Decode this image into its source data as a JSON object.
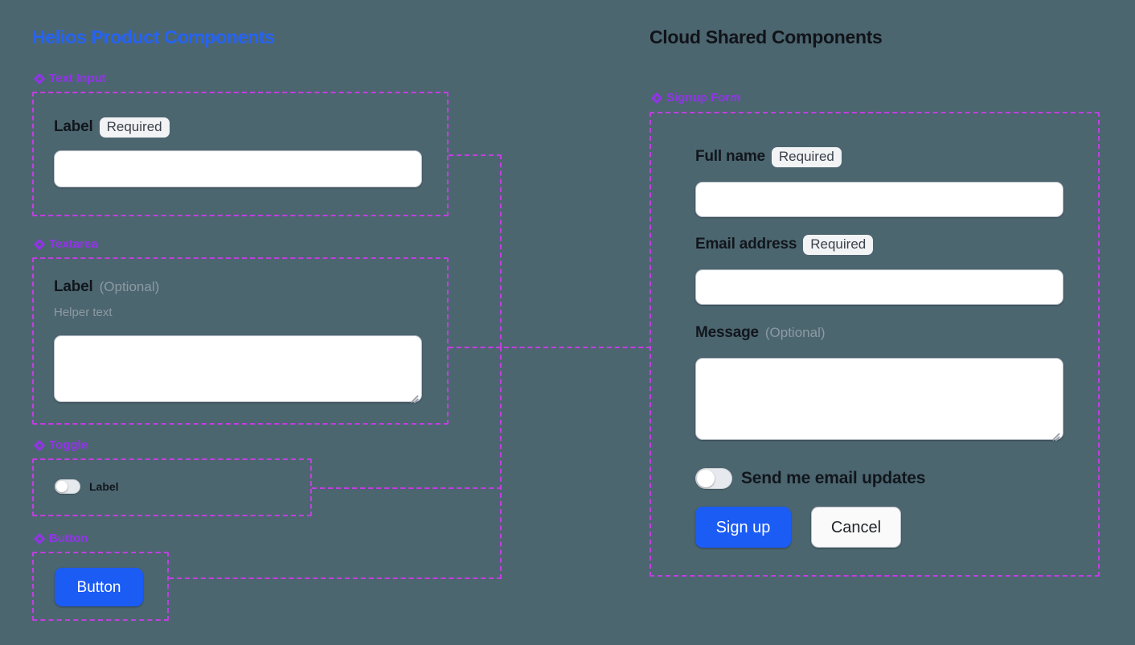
{
  "panels": {
    "left": {
      "title": "Helios Product Components",
      "title_color": "#2563f5",
      "sections": [
        {
          "name": "Text Input"
        },
        {
          "name": "Textarea"
        },
        {
          "name": "Toggle"
        },
        {
          "name": "Button"
        }
      ]
    },
    "right": {
      "title": "Cloud Shared Components",
      "title_color": "#101318",
      "sections": [
        {
          "name": "Signup Form"
        }
      ]
    }
  },
  "text_input_component": {
    "label": "Label",
    "badge": "Required",
    "value": "",
    "placeholder": ""
  },
  "textarea_component": {
    "label": "Label",
    "optional_tag": "(Optional)",
    "helper_text": "Helper text",
    "value": "",
    "placeholder": ""
  },
  "toggle_component": {
    "label": "Label",
    "checked": false
  },
  "button_component": {
    "label": "Button"
  },
  "signup_form": {
    "fields": [
      {
        "label": "Full name",
        "badge": "Required",
        "value": "",
        "placeholder": ""
      },
      {
        "label": "Email address",
        "badge": "Required",
        "value": "",
        "placeholder": ""
      }
    ],
    "message": {
      "label": "Message",
      "optional_tag": "(Optional)",
      "value": "",
      "placeholder": ""
    },
    "toggle": {
      "label": "Send me email updates",
      "checked": false
    },
    "submit_label": "Sign up",
    "cancel_label": "Cancel"
  },
  "theme": {
    "background": "#4c6670",
    "accent_blue": "#1b5cf5",
    "annotation_purple": "#9333ea",
    "connector_magenta": "#c13fe0",
    "field_white": "#ffffff",
    "badge_grey": "#f2f3f5"
  },
  "icons": {
    "section_marker": "diamond-cluster-icon",
    "resize": "resize-grip-icon"
  }
}
